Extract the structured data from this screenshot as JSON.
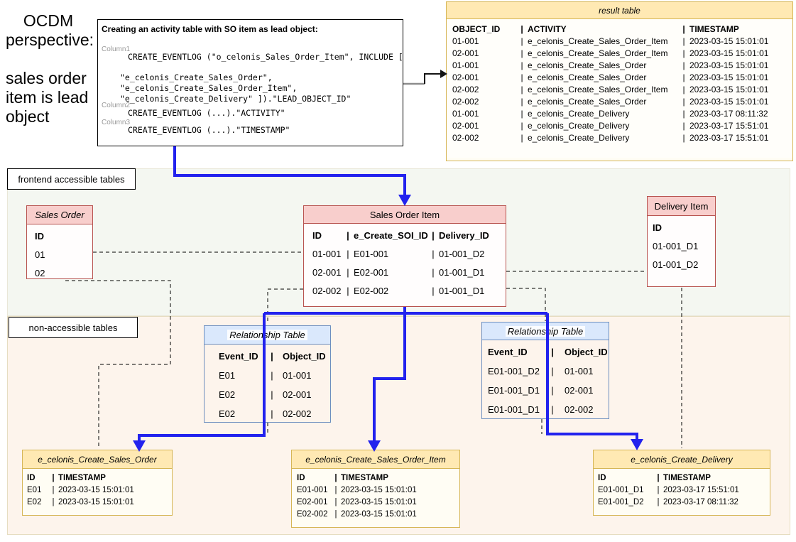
{
  "s": "|",
  "heading": {
    "title": "OCDM perspective:",
    "subtitle": "sales order item is lead object"
  },
  "zones": {
    "frontend_label": "frontend accessible tables",
    "nonaccessible_label": "non-accessible tables"
  },
  "code_block": {
    "title": "Creating an activity table with SO item as lead object:",
    "col1_label": "Column1",
    "col1_line": "CREATE_EVENTLOG (\"o_celonis_Sales_Order_Item\", INCLUDE [",
    "col1_quote1": "\"e_celonis_Create_Sales_Order\",",
    "col1_quote2": "\"e_celonis_Create_Sales_Order_Item\",",
    "col1_quote3": "\"e_celonis_Create_Delivery\" ]).\"LEAD_OBJECT_ID\"",
    "col2_label": "Column2",
    "col2_line": "CREATE_EVENTLOG (...).\"ACTIVITY\"",
    "col3_label": "Column3",
    "col3_line": "CREATE_EVENTLOG (...).\"TIMESTAMP\""
  },
  "result_table": {
    "title": "result table",
    "headers": [
      "OBJECT_ID",
      "ACTIVITY",
      "TIMESTAMP"
    ],
    "rows": [
      [
        "01-001",
        "e_celonis_Create_Sales_Order_Item",
        "2023-03-15 15:01:01"
      ],
      [
        "02-001",
        "e_celonis_Create_Sales_Order_Item",
        "2023-03-15 15:01:01"
      ],
      [
        "01-001",
        "e_celonis_Create_Sales_Order",
        "2023-03-15 15:01:01"
      ],
      [
        "02-001",
        "e_celonis_Create_Sales_Order",
        "2023-03-15 15:01:01"
      ],
      [
        "02-002",
        "e_celonis_Create_Sales_Order_Item",
        "2023-03-15 15:01:01"
      ],
      [
        "02-002",
        "e_celonis_Create_Sales_Order",
        "2023-03-15 15:01:01"
      ],
      [
        "01-001",
        "e_celonis_Create_Delivery",
        "2023-03-17 08:11:32"
      ],
      [
        "02-001",
        "e_celonis_Create_Delivery",
        "2023-03-17 15:51:01"
      ],
      [
        "02-002",
        "e_celonis_Create_Delivery",
        "2023-03-17 15:51:01"
      ]
    ]
  },
  "sales_order": {
    "title": "Sales Order",
    "headers": [
      "ID"
    ],
    "rows": [
      "01",
      "02"
    ]
  },
  "sales_order_item": {
    "title": "Sales Order Item",
    "headers": [
      "ID",
      "e_Create_SOI_ID",
      "Delivery_ID"
    ],
    "rows": [
      [
        "01-001",
        "E01-001",
        "01-001_D2"
      ],
      [
        "02-001",
        "E02-001",
        "01-001_D1"
      ],
      [
        "02-002",
        "E02-002",
        "01-001_D1"
      ]
    ]
  },
  "delivery_item": {
    "title": "Delivery Item",
    "headers": [
      "ID"
    ],
    "rows": [
      "01-001_D1",
      "01-001_D2"
    ]
  },
  "relationship_table_1": {
    "title": "Relationship Table",
    "headers": [
      "Event_ID",
      "Object_ID"
    ],
    "rows": [
      [
        "E01",
        "01-001"
      ],
      [
        "E02",
        "02-001"
      ],
      [
        "E02",
        "02-002"
      ]
    ]
  },
  "relationship_table_2": {
    "title": "Relationship Table",
    "headers": [
      "Event_ID",
      "Object_ID"
    ],
    "rows": [
      [
        "E01-001_D2",
        "01-001"
      ],
      [
        "E01-001_D1",
        "02-001"
      ],
      [
        "E01-001_D1",
        "02-002"
      ]
    ]
  },
  "event_sales_order": {
    "title": "e_celonis_Create_Sales_Order",
    "headers": [
      "ID",
      "TIMESTAMP"
    ],
    "rows": [
      [
        "E01",
        "2023-03-15 15:01:01"
      ],
      [
        "E02",
        "2023-03-15 15:01:01"
      ]
    ]
  },
  "event_sales_order_item": {
    "title": "e_celonis_Create_Sales_Order_Item",
    "headers": [
      "ID",
      "TIMESTAMP"
    ],
    "rows": [
      [
        "E01-001",
        "2023-03-15 15:01:01"
      ],
      [
        "E02-001",
        "2023-03-15 15:01:01"
      ],
      [
        "E02-002",
        "2023-03-15 15:01:01"
      ]
    ]
  },
  "event_delivery": {
    "title": "e_celonis_Create_Delivery",
    "headers": [
      "ID",
      "TIMESTAMP"
    ],
    "rows": [
      [
        "E01-001_D1",
        "2023-03-17 15:51:01"
      ],
      [
        "E01-001_D2",
        "2023-03-17 08:11:32"
      ]
    ]
  },
  "colors": {
    "arrow_blue": "#2222ee",
    "yellow_border": "#d6b656",
    "yellow_header": "#ffe9b3",
    "pink_header": "#f8cecc",
    "pink_border": "#b85450",
    "blue_header": "#dae8fc",
    "blue_border": "#6c8ebf",
    "zone_frontend_bg": "#f4f7f1",
    "zone_nonaccess_bg": "#fdf4ec"
  }
}
